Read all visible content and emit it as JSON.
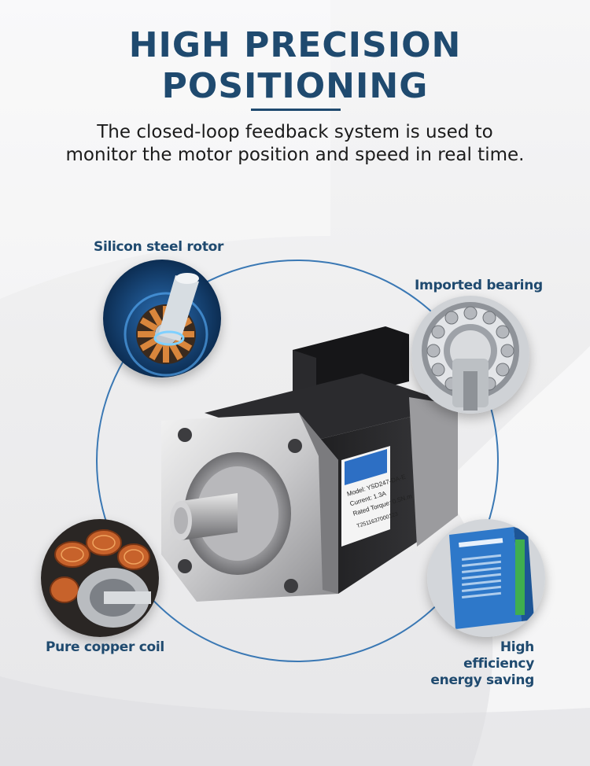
{
  "headline": {
    "line1": "HIGH PRECISION",
    "line2": "POSITIONING"
  },
  "subtitle": {
    "line1": "The closed-loop feedback system is used to",
    "line2": "monitor the motor position and speed in real time."
  },
  "features": {
    "rotor": "Silicon steel rotor",
    "bearing": "Imported bearing",
    "coil": "Pure copper coil",
    "efficiency_line1": "High efficiency",
    "efficiency_line2": "energy saving"
  },
  "motor_label": {
    "model": "Model: YSD247-DA-E",
    "current": "Current: 1.3A",
    "torque": "Rated Torque: 0.5N.m",
    "serial": "T2511637000123"
  },
  "colors": {
    "headline": "#1f4a6f",
    "orbit": "#3a78b4",
    "label_blue": "#2d6fc4"
  }
}
